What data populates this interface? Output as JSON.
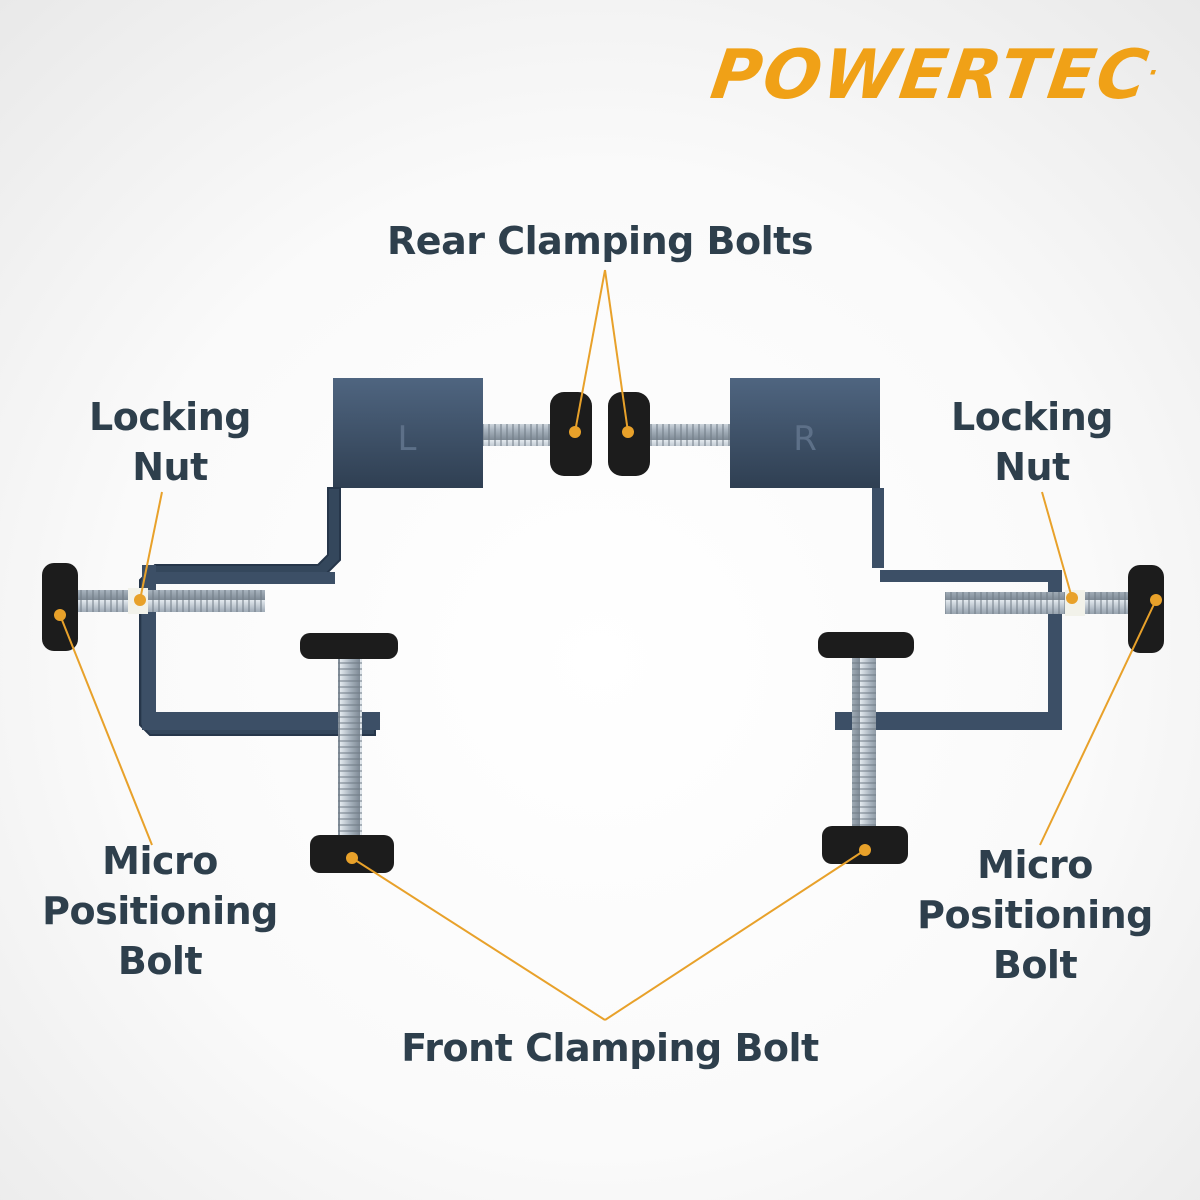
{
  "brand": {
    "name": "POWERTEC",
    "mark": "."
  },
  "labels": {
    "rear_clamping_bolts": "Rear Clamping Bolts",
    "locking_nut_left": [
      "Locking",
      "Nut"
    ],
    "locking_nut_right": [
      "Locking",
      "Nut"
    ],
    "micro_positioning_left": [
      "Micro",
      "Positioning",
      "Bolt"
    ],
    "micro_positioning_right": [
      "Micro",
      "Positioning",
      "Bolt"
    ],
    "front_clamping_bolt": "Front Clamping Bolt"
  },
  "bracket_letters": {
    "left": "L",
    "right": "R"
  },
  "colors": {
    "brand": "#f0a117",
    "label_text": "#2e3f4c",
    "leader_line": "#e8a12a",
    "steel_bracket": "#3c4f66",
    "knob": "#1c1c1c",
    "threaded_rod": "#b8c2cc"
  }
}
